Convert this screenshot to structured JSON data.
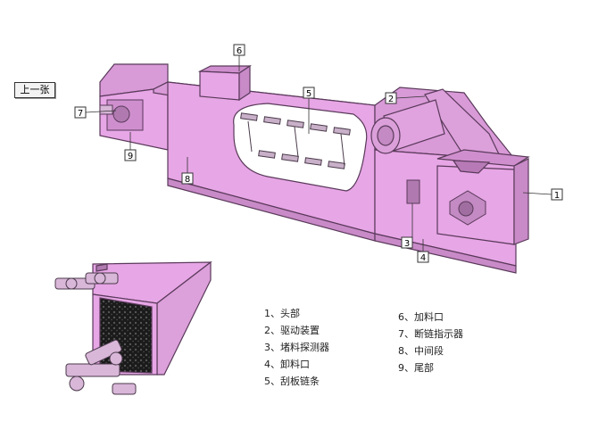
{
  "nav": {
    "prev_label": "上一张"
  },
  "callouts": {
    "c1": "1",
    "c2": "2",
    "c3": "3",
    "c4": "4",
    "c5": "5",
    "c6": "6",
    "c7": "7",
    "c8": "8",
    "c9": "9"
  },
  "legend": {
    "left": [
      {
        "num": "1、",
        "text": "头部"
      },
      {
        "num": "2、",
        "text": "驱动装置"
      },
      {
        "num": "3、",
        "text": "堵料探测器"
      },
      {
        "num": "4、",
        "text": "卸料口"
      },
      {
        "num": "5、",
        "text": "刮板链条"
      }
    ],
    "right": [
      {
        "num": "6、",
        "text": "加料口"
      },
      {
        "num": "7、",
        "text": "断链指示器"
      },
      {
        "num": "8、",
        "text": "中间段"
      },
      {
        "num": "9、",
        "text": "尾部"
      }
    ]
  },
  "colors": {
    "body": "#e7a6e6",
    "outline": "#5a3a5a",
    "dark": "#8a5a8a",
    "chain": "#c9b0c9"
  }
}
